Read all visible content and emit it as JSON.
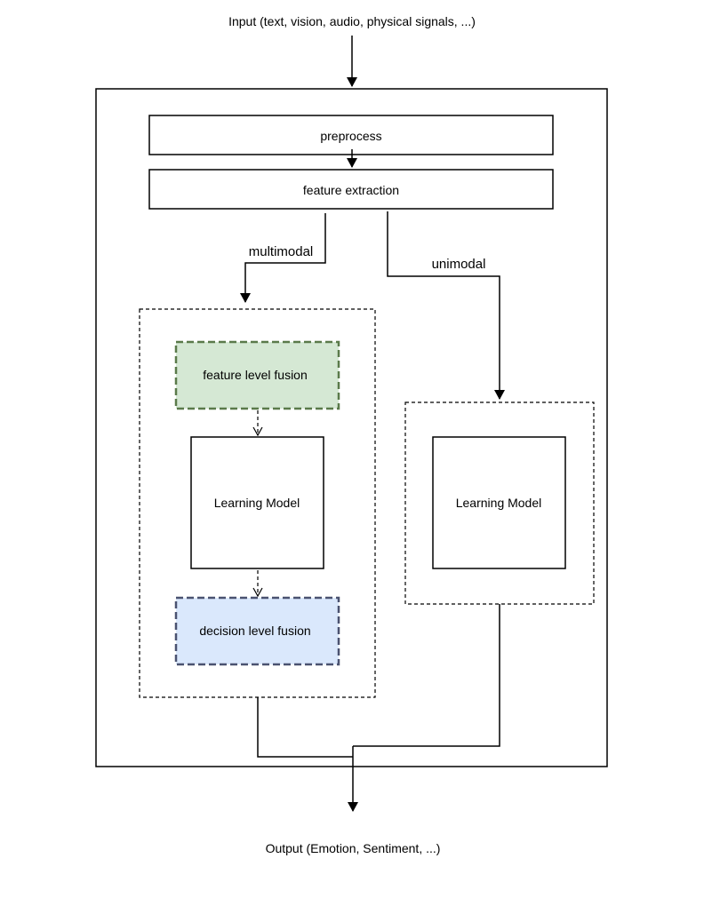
{
  "diagram": {
    "input_label": "Input (text, vision, audio, physical signals, ...)",
    "output_label": "Output (Emotion, Sentiment, ...)",
    "preprocess_label": "preprocess",
    "feature_extraction_label": "feature extraction",
    "multimodal_label": "multimodal",
    "unimodal_label": "unimodal",
    "feature_fusion_label": "feature level fusion",
    "multimodal_model_label": "Learning Model",
    "decision_fusion_label": "decision level fusion",
    "unimodal_model_label": "Learning Model"
  },
  "colors": {
    "feature_fusion_fill": "#d5e8d4",
    "feature_fusion_stroke": "#5a7a4a",
    "decision_fusion_fill": "#dae8fc",
    "decision_fusion_stroke": "#4a5270",
    "line": "#000000"
  }
}
